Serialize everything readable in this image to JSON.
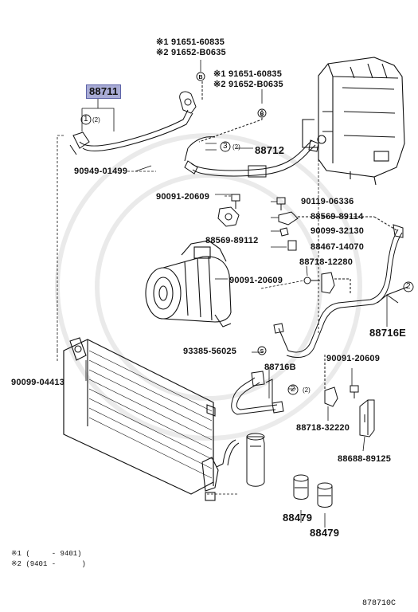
{
  "labels": {
    "note1_num1": "※1 91651-60835",
    "note1_num2": "※2 91652-B0635",
    "note2_num1": "※1 91651-60835",
    "note2_num2": "※2 91652-B0635",
    "p88711": "88711",
    "p88712": "88712",
    "p90949": "90949-01499",
    "p90091a": "90091-20609",
    "p90119": "90119-06336",
    "p88569a": "88569-89114",
    "p90099a": "90099-32130",
    "p88569b": "88569-89112",
    "p88467": "88467-14070",
    "p88718a": "88718-12280",
    "p90091b": "90091-20609",
    "p88716e": "88716E",
    "p93385": "93385-56025",
    "p90091c": "90091-20609",
    "p88716b": "88716B",
    "p90099b": "90099-04413",
    "p88718b": "88718-32220",
    "p88688": "88688-89125",
    "p88479a": "88479",
    "p88479b": "88479",
    "circle1": "1",
    "circle2": "2",
    "circle3": "3",
    "sub2": "(2)"
  },
  "legend": {
    "line1": "※1 (     - 9401)",
    "line2": "※2 (9401 -      )"
  },
  "figure_ref": "878710C",
  "colors": {
    "highlight": "#a9acd6",
    "ink": "#111111"
  }
}
